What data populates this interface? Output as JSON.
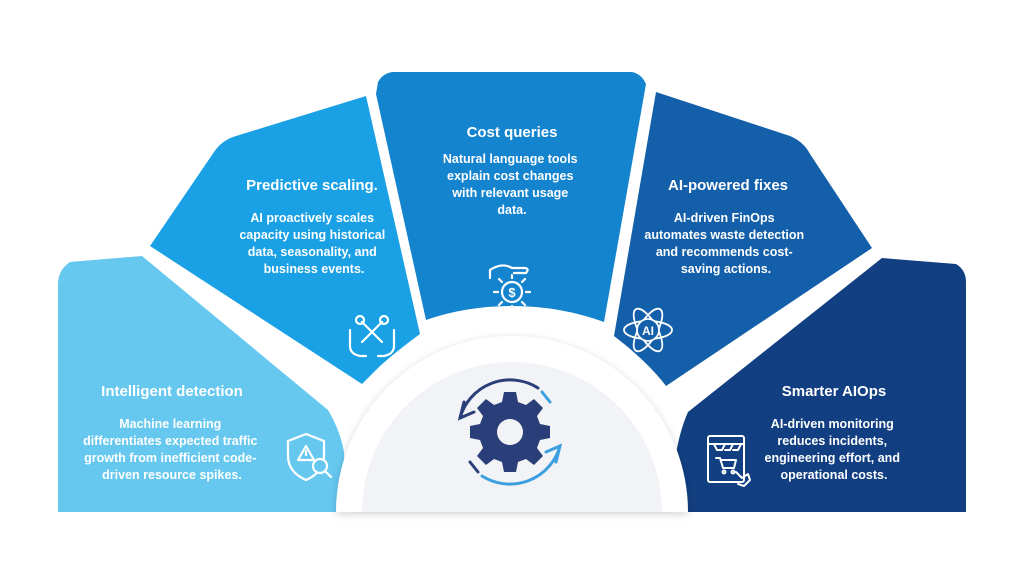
{
  "colors": {
    "seg1": "#66c8ef",
    "seg2": "#1aa0e5",
    "seg3": "#1484cf",
    "seg4": "#135fa9",
    "seg5": "#123f82",
    "hub": "#f1f3f6",
    "gear": "#2a3f7a",
    "arrows": "#3d9fe0"
  },
  "segments": [
    {
      "title": "Intelligent detection",
      "lines": [
        "Machine learning",
        "differentiates expected traffic",
        "growth from inefficient code-",
        "driven resource spikes."
      ],
      "icon": "shield-alert-search-icon"
    },
    {
      "title": "Predictive scaling.",
      "lines": [
        "AI proactively scales",
        "capacity using historical",
        "data, seasonality, and",
        "business events."
      ],
      "icon": "hands-tools-icon"
    },
    {
      "title": "Cost queries",
      "lines": [
        "Natural language tools",
        "explain cost changes",
        "with relevant usage",
        "data."
      ],
      "icon": "hand-dollar-gear-icon"
    },
    {
      "title": "AI-powered fixes",
      "lines": [
        "AI-driven FinOps",
        "automates waste detection",
        "and recommends cost-",
        "saving actions."
      ],
      "icon": "ai-atom-icon"
    },
    {
      "title": "Smarter AIOps",
      "lines": [
        "AI-driven monitoring",
        "reduces incidents,",
        "engineering effort, and",
        "operational costs."
      ],
      "icon": "online-store-icon"
    }
  ],
  "hub": {
    "icon": "gear-cycle-icon"
  }
}
